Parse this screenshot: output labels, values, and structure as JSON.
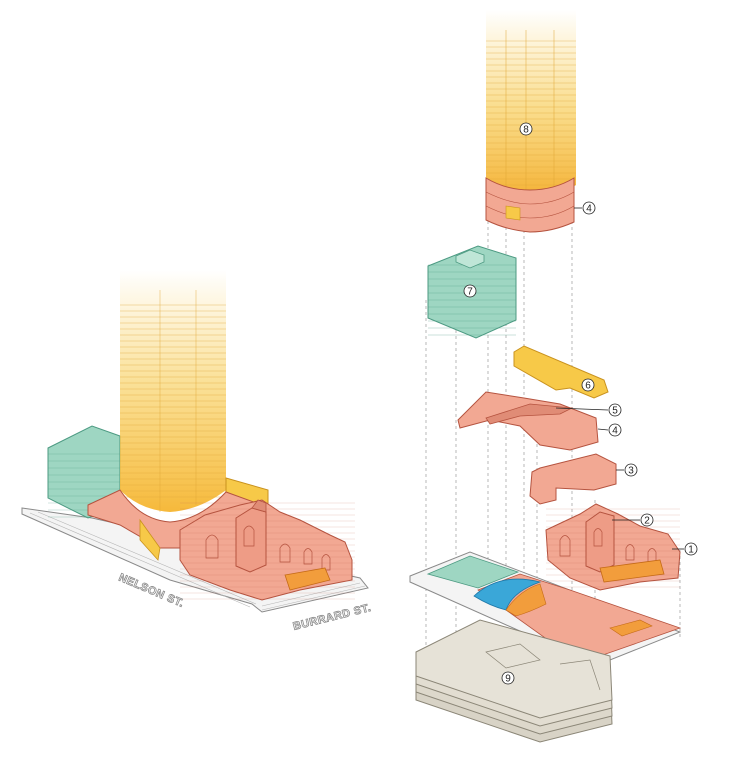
{
  "streets": {
    "nelson": "NELSON ST.",
    "burrard": "BURRARD ST."
  },
  "callouts": [
    {
      "id": "callout-1",
      "label": "1"
    },
    {
      "id": "callout-2",
      "label": "2"
    },
    {
      "id": "callout-3",
      "label": "3"
    },
    {
      "id": "callout-4-upper",
      "label": "4"
    },
    {
      "id": "callout-4-lower",
      "label": "4"
    },
    {
      "id": "callout-5",
      "label": "5"
    },
    {
      "id": "callout-6",
      "label": "6"
    },
    {
      "id": "callout-7",
      "label": "7"
    },
    {
      "id": "callout-8",
      "label": "8"
    },
    {
      "id": "callout-9",
      "label": "9"
    }
  ],
  "colors": {
    "tower": "#f7c948",
    "heritage": "#f2a893",
    "heritage_edge": "#b5533f",
    "office": "#9ed6c2",
    "office_edge": "#4c9a82",
    "parking": "#d8d3c6",
    "parking_edge": "#8b8677",
    "accent": "#f29d3c",
    "water": "#3aa7d8"
  }
}
